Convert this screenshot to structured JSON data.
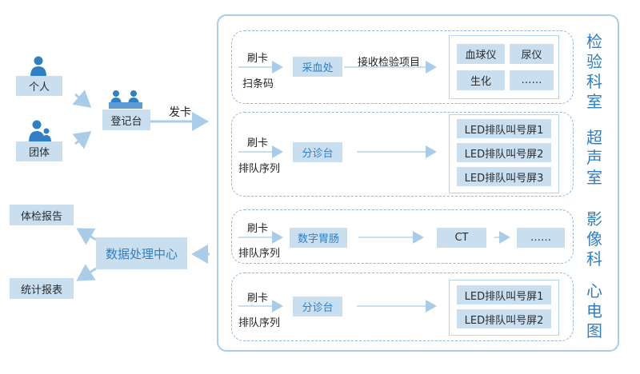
{
  "left": {
    "individual": "个人",
    "group": "团体",
    "registration": "登记台",
    "issue_card": "发卡",
    "exam_report": "体检报告",
    "stat_report": "统计报表",
    "data_center": "数据处理中心"
  },
  "departments": [
    {
      "name_chars": [
        "检",
        "验",
        "科",
        "室"
      ],
      "input1": "刷卡",
      "input2": "扫条码",
      "station": "采血处",
      "action": "接收检验项目",
      "items": [
        "血球仪",
        "尿仪",
        "生化",
        "……"
      ]
    },
    {
      "name_chars": [
        "超",
        "声",
        "室"
      ],
      "input1": "刷卡",
      "input2": "排队序列",
      "station": "分诊台",
      "items": [
        "LED排队叫号屏1",
        "LED排队叫号屏2",
        "LED排队叫号屏3"
      ]
    },
    {
      "name_chars": [
        "影",
        "像",
        "科"
      ],
      "input1": "刷卡",
      "input2": "排队序列",
      "station": "数字胃肠",
      "items": [
        "CT",
        "……"
      ]
    },
    {
      "name_chars": [
        "心",
        "电",
        "图"
      ],
      "input1": "刷卡",
      "input2": "排队序列",
      "station": "分诊台",
      "items": [
        "LED排队叫号屏1",
        "LED排队叫号屏2"
      ]
    }
  ],
  "colors": {
    "box_fill": "#c9dff0",
    "accent_text": "#2e7fc4",
    "arrow": "#a9cde9",
    "frame": "#a9cde9"
  }
}
